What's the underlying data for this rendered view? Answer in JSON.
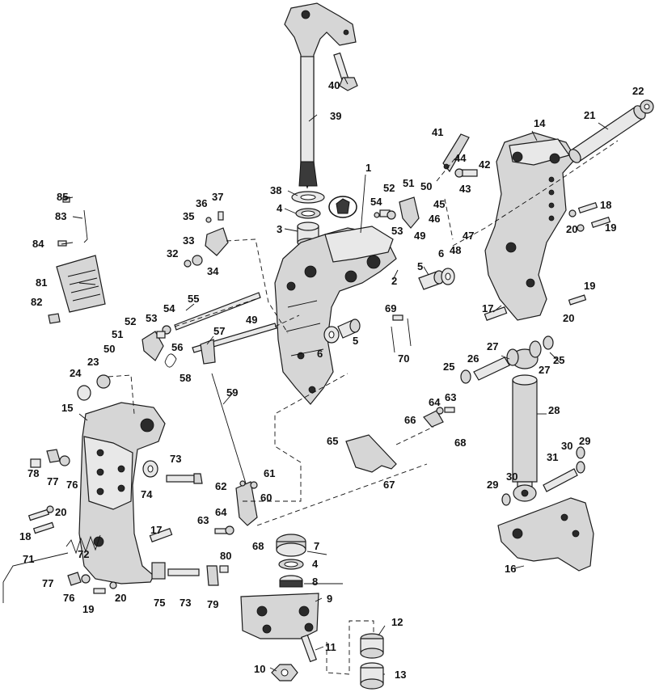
{
  "diagram": {
    "callouts": [
      "1",
      "2",
      "3",
      "4",
      "5",
      "6",
      "7",
      "8",
      "9",
      "10",
      "11",
      "12",
      "13",
      "14",
      "15",
      "16",
      "17",
      "18",
      "19",
      "20",
      "21",
      "22",
      "23",
      "24",
      "25",
      "26",
      "27",
      "28",
      "29",
      "30",
      "31",
      "32",
      "33",
      "34",
      "35",
      "36",
      "37",
      "38",
      "39",
      "40",
      "41",
      "42",
      "43",
      "44",
      "45",
      "46",
      "47",
      "48",
      "49",
      "50",
      "51",
      "52",
      "53",
      "54",
      "55",
      "56",
      "57",
      "58",
      "59",
      "60",
      "61",
      "62",
      "63",
      "64",
      "65",
      "66",
      "67",
      "68",
      "69",
      "70",
      "71",
      "72",
      "73",
      "74",
      "75",
      "76",
      "77",
      "78",
      "79",
      "80",
      "81",
      "82",
      "83",
      "84",
      "85"
    ]
  }
}
